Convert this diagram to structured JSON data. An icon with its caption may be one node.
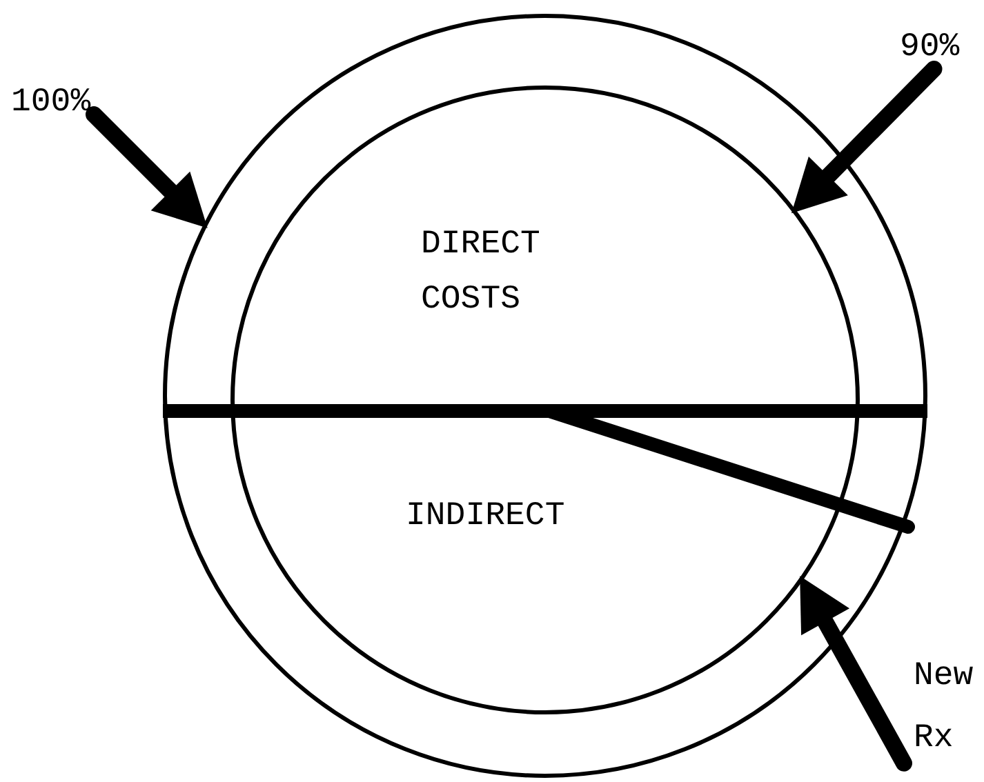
{
  "diagram": {
    "nodes": [
      {
        "text": [],
        "shape": "circle"
      },
      {
        "text": [
          "DIRECT COSTS",
          "INDIRECT"
        ],
        "in": 0
      },
      {
        "text": [
          "100%"
        ]
      },
      {
        "text": [
          "90%"
        ]
      },
      {
        "text": [
          "New Rx"
        ]
      }
    ],
    "edges": [
      {
        "from": 2,
        "to": 0,
        "arrow": "to"
      },
      {
        "from": 3,
        "to": 1,
        "arrow": "to"
      },
      {
        "from": 4,
        "to": 1,
        "arrow": "to"
      }
    ]
  }
}
